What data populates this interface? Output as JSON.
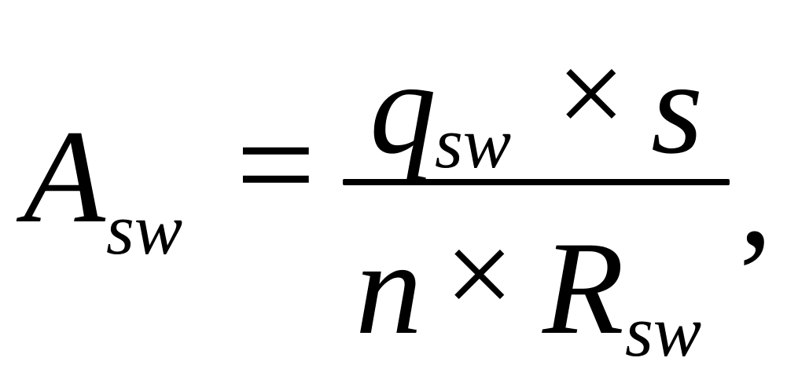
{
  "formula": {
    "lhs": {
      "main": "A",
      "sub": "sw"
    },
    "equals": "=",
    "numerator": {
      "main": "q",
      "sub": "sw",
      "operator": "×",
      "var": "s"
    },
    "denominator": {
      "var": "n",
      "operator": "×",
      "main": "R",
      "sub": "sw"
    },
    "trailing": ","
  }
}
